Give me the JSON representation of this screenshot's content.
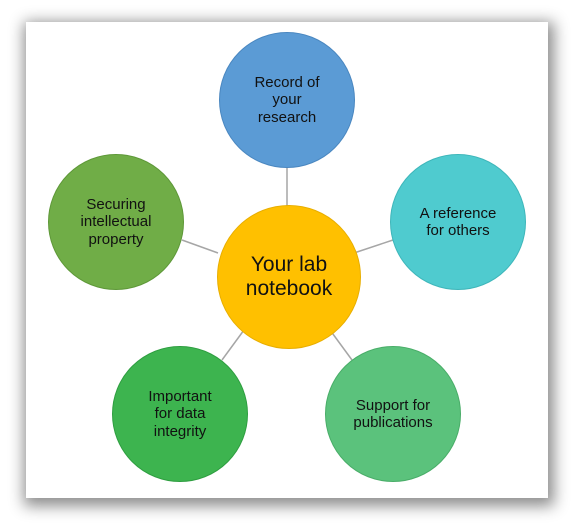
{
  "diagram": {
    "center": {
      "label": "Your lab\nnotebook",
      "color": "#FFC000",
      "border": "#E8AE00"
    },
    "nodes": [
      {
        "id": "record",
        "label": "Record of\nyour\nresearch",
        "color": "#5B9BD5",
        "border": "#4A87C0"
      },
      {
        "id": "reference",
        "label": "A reference\nfor others",
        "color": "#4FCBCF",
        "border": "#3EB6BA"
      },
      {
        "id": "publications",
        "label": "Support for\npublications",
        "color": "#5BC27C",
        "border": "#49AD68"
      },
      {
        "id": "integrity",
        "label": "Important\nfor data\nintegrity",
        "color": "#3DB44F",
        "border": "#2E9E40"
      },
      {
        "id": "ip",
        "label": "Securing\nintellectual\nproperty",
        "color": "#70AD47",
        "border": "#5E9838"
      }
    ],
    "connector_color": "#A6A6A6"
  }
}
